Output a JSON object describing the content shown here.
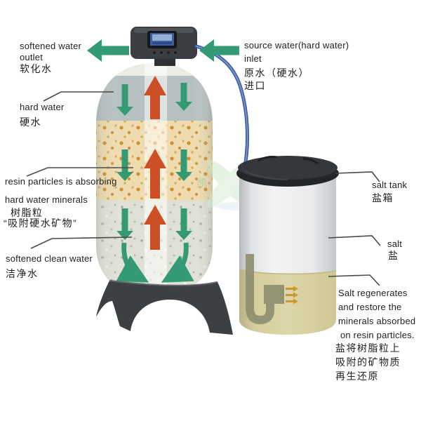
{
  "labels": {
    "softened_outlet": {
      "en1": "softened water",
      "en2": "outlet",
      "zh": "软化水"
    },
    "hard_water": {
      "en": "hard water",
      "zh": "硬水"
    },
    "resin": {
      "en1": "resin particles is absorbing",
      "en2": "hard water minerals",
      "zh1": "树脂粒",
      "zh2": "“吸附硬水矿物”"
    },
    "clean_water": {
      "en": "softened clean water",
      "zh": "洁净水"
    },
    "source_inlet": {
      "en1": "source water(hard water)",
      "en2": "inlet",
      "zh1": "原水（硬水）",
      "zh2": "进口"
    },
    "salt_tank": {
      "en": "salt tank",
      "zh": "盐箱"
    },
    "salt": {
      "en": "salt",
      "zh": "盐"
    },
    "regen": {
      "en1": "Salt regenerates",
      "en2": "and restore the",
      "en3": "minerals absorbed",
      "en4": "on resin particles.",
      "zh1": "盐将树脂粒上",
      "zh2": "吸附的矿物质",
      "zh3": "再生还原"
    }
  },
  "watermark": {
    "char": "凯"
  },
  "colors": {
    "arrow_green": "#339a74",
    "arrow_red": "#cd4f26",
    "resin_band": "#eedcb0",
    "resin_dot": "#cf8f2e",
    "top_band": "#b7c0c1",
    "bottom_band": "#dfe1d7",
    "salt_fill": "#d9d2a2",
    "tube_blue": "#3c5ca5",
    "lcd_blue": "#3f5f9e",
    "valve_dark": "#3a3d41",
    "base_dark": "#3d4043",
    "leader_line": "#4a4a4a"
  }
}
